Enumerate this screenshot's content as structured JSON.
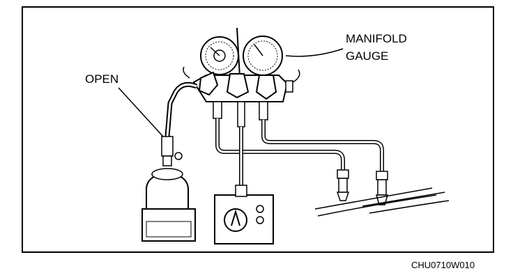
{
  "labels": {
    "manifold_gauge_line1": "MANIFOLD",
    "manifold_gauge_line2": "GAUGE",
    "open": "OPEN",
    "figure_code": "CHU0710W010"
  }
}
